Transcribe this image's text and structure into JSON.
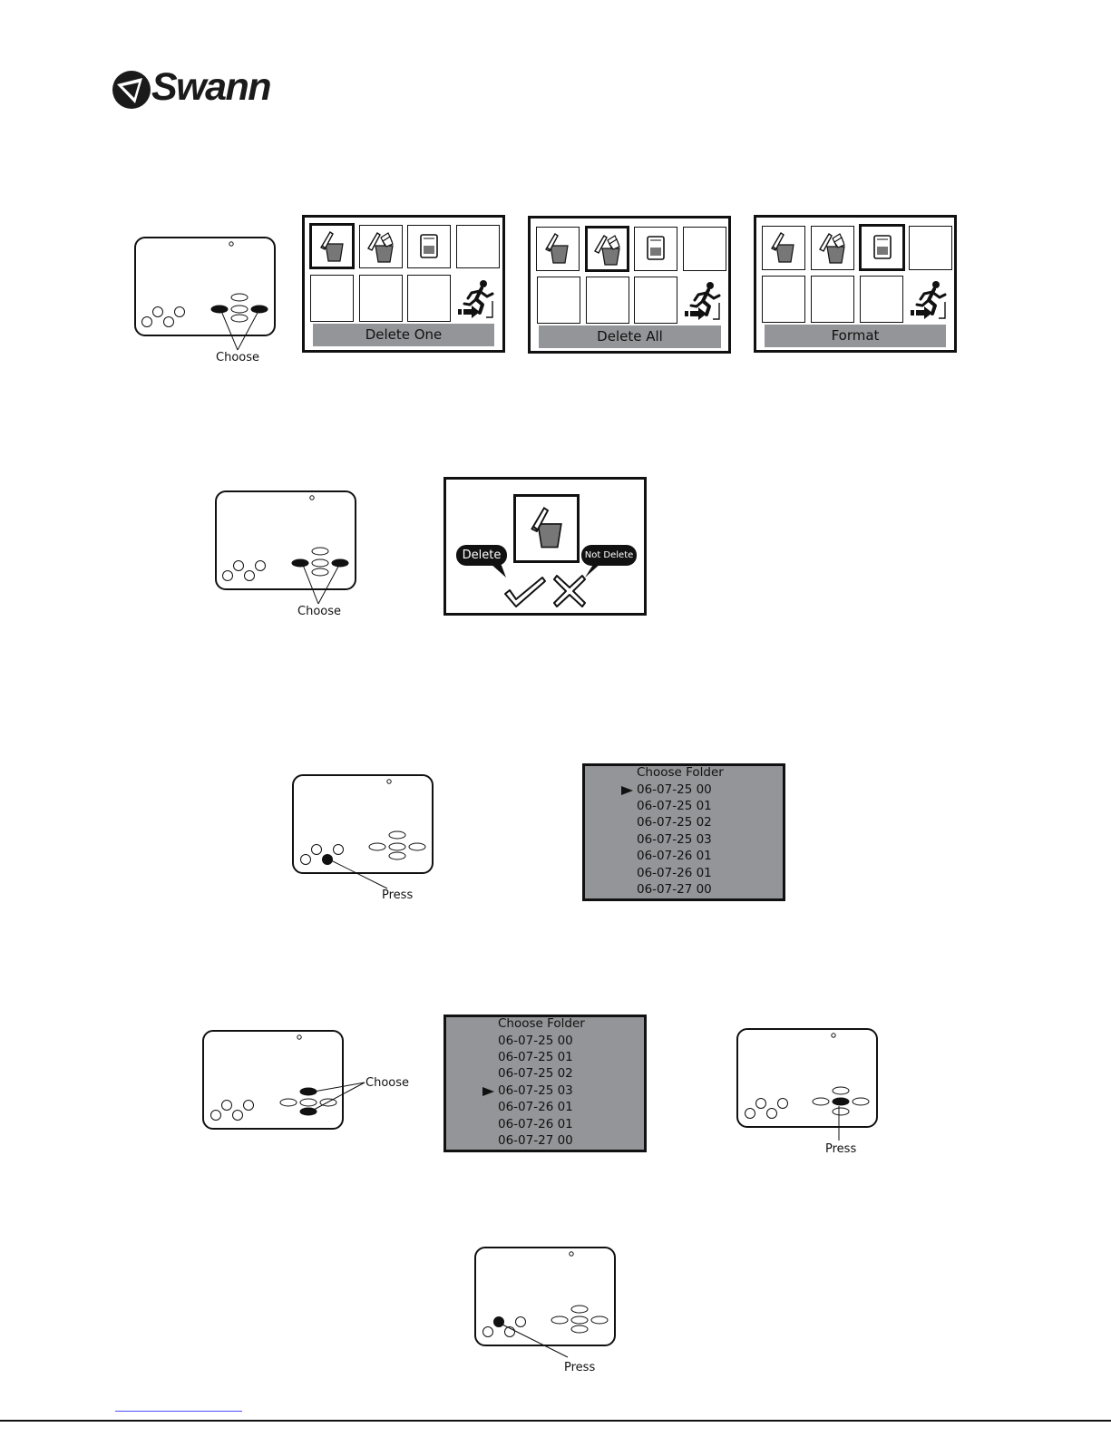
{
  "brand": {
    "name": "Swann"
  },
  "labels": {
    "choose": "Choose",
    "press": "Press"
  },
  "menus": [
    {
      "caption": "Delete One"
    },
    {
      "caption": "Delete All"
    },
    {
      "caption": "Format"
    }
  ],
  "confirm": {
    "delete_label": "Delete",
    "not_delete_label": "Not Delete"
  },
  "folder_lists": [
    {
      "title": "Choose Folder",
      "items": [
        "06-07-25 00",
        "06-07-25 01",
        "06-07-25 02",
        "06-07-25 03",
        "06-07-26 01",
        "06-07-26 01",
        "06-07-27 00"
      ],
      "selected_index": 0
    },
    {
      "title": "Choose Folder",
      "items": [
        "06-07-25 00",
        "06-07-25 01",
        "06-07-25 02",
        "06-07-25 03",
        "06-07-26 01",
        "06-07-26 01",
        "06-07-27 00"
      ],
      "selected_index": 3
    }
  ],
  "colors": {
    "panel_gray": "#939598",
    "ink": "#111111"
  }
}
